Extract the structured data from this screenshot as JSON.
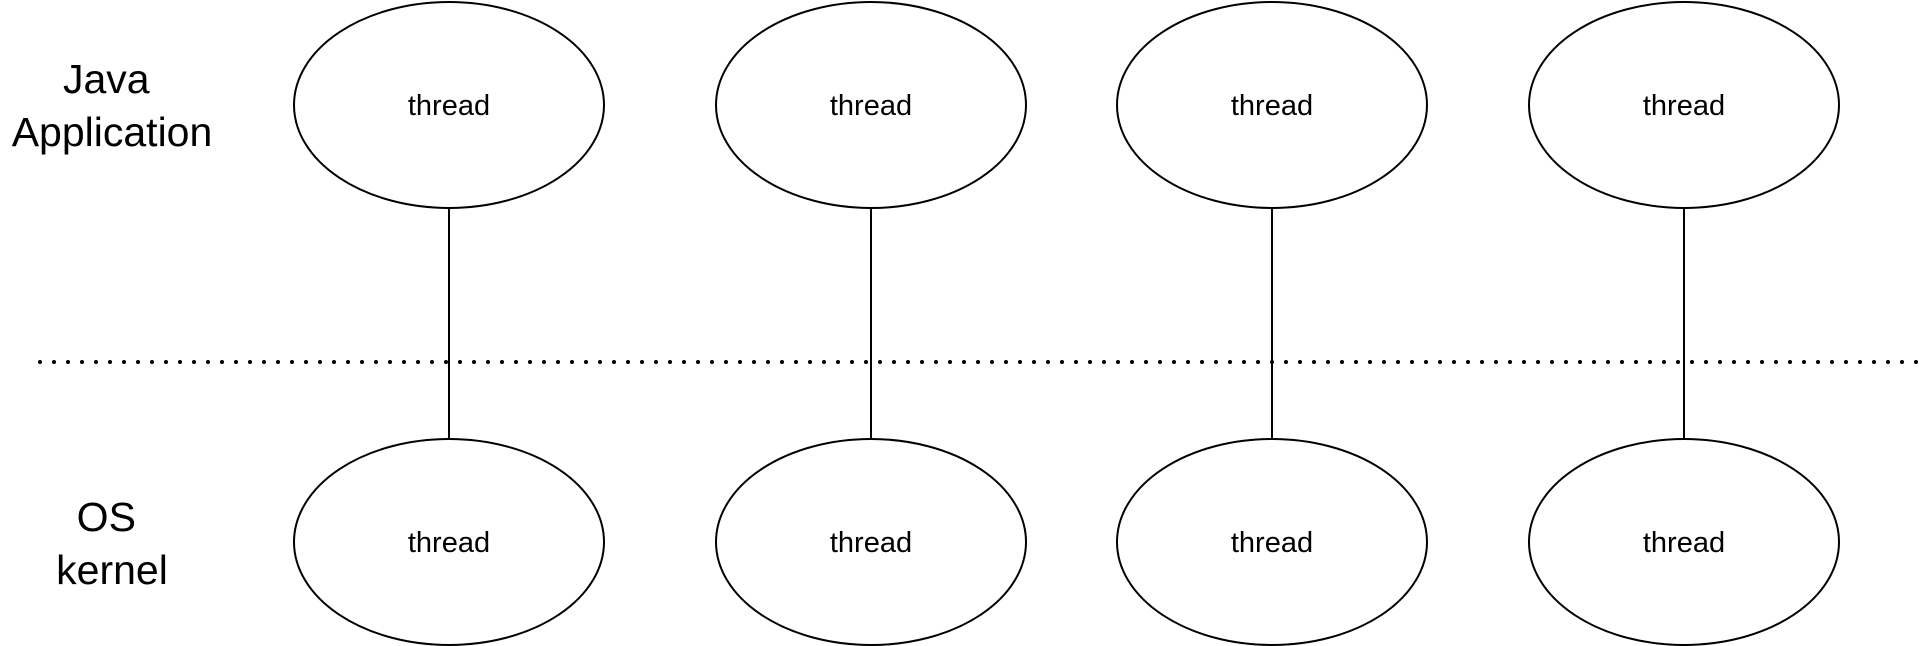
{
  "layers": {
    "top": {
      "lines": [
        "Java",
        "Application"
      ]
    },
    "bottom": {
      "lines": [
        "OS",
        "kernel"
      ]
    }
  },
  "columns": [
    {
      "app_thread": "thread",
      "os_thread": "thread"
    },
    {
      "app_thread": "thread",
      "os_thread": "thread"
    },
    {
      "app_thread": "thread",
      "os_thread": "thread"
    },
    {
      "app_thread": "thread",
      "os_thread": "thread"
    }
  ],
  "colors": {
    "stroke": "#000000",
    "fill": "#ffffff",
    "text": "#000000"
  }
}
